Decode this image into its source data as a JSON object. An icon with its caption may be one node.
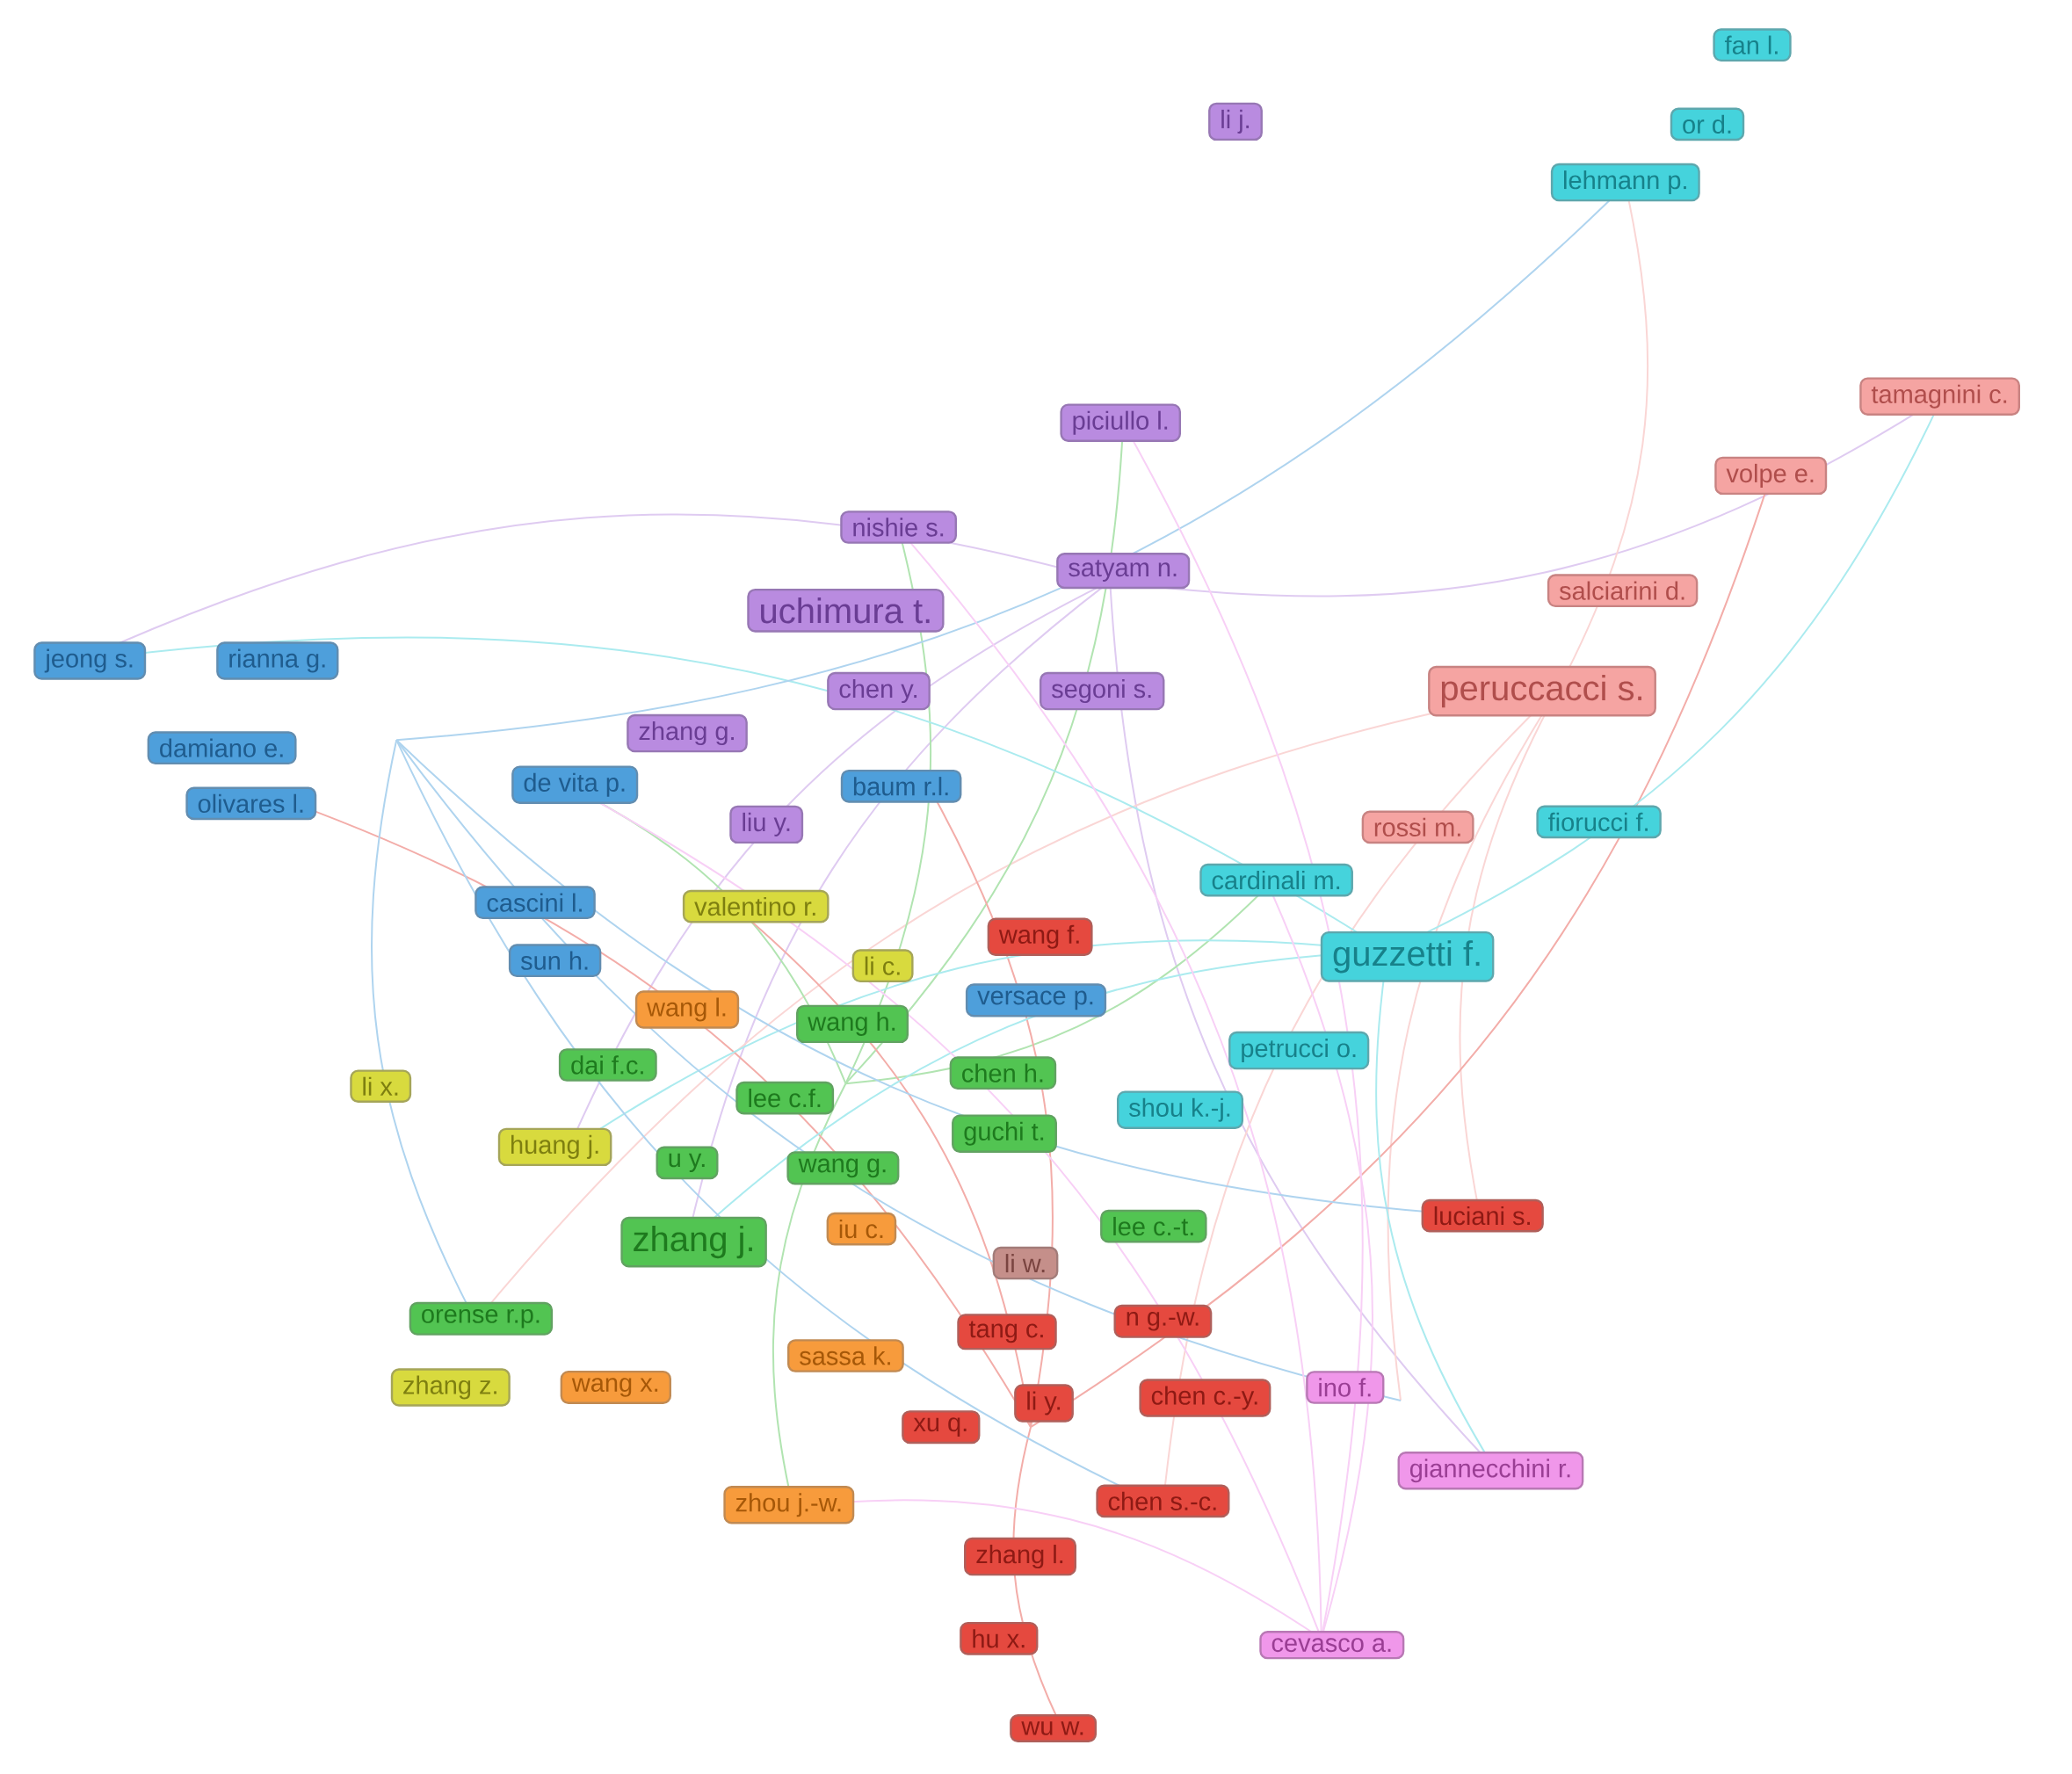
{
  "diagram": {
    "nodes": [
      {
        "text": [
          "fan l."
        ]
      },
      {
        "text": [
          "li j."
        ]
      },
      {
        "text": [
          "or d."
        ]
      },
      {
        "text": [
          "lehmann p."
        ]
      },
      {
        "text": [
          "tamagnini c."
        ]
      },
      {
        "text": [
          "piciullo l."
        ]
      },
      {
        "text": [
          "volpe e."
        ]
      },
      {
        "text": [
          "nishie s."
        ]
      },
      {
        "text": [
          "satyam n."
        ]
      },
      {
        "text": [
          "salciarini d."
        ]
      },
      {
        "text": [
          "uchimura t."
        ]
      },
      {
        "text": [
          "jeong s."
        ]
      },
      {
        "text": [
          "rianna g."
        ]
      },
      {
        "text": [
          "chen y."
        ]
      },
      {
        "text": [
          "segoni s."
        ]
      },
      {
        "text": [
          "peruccacci s."
        ]
      },
      {
        "text": [
          "zhang g."
        ]
      },
      {
        "text": [
          "damiano e."
        ]
      },
      {
        "text": [
          "de vita p."
        ]
      },
      {
        "text": [
          "baum r.l."
        ]
      },
      {
        "text": [
          "olivares l."
        ]
      },
      {
        "text": [
          "liu y."
        ]
      },
      {
        "text": [
          "rossi m."
        ]
      },
      {
        "text": [
          "fiorucci f."
        ]
      },
      {
        "text": [
          "cardinali m."
        ]
      },
      {
        "text": [
          "cascini l."
        ]
      },
      {
        "text": [
          "valentino r."
        ]
      },
      {
        "text": [
          "wang f."
        ]
      },
      {
        "text": [
          "guzzetti f."
        ]
      },
      {
        "text": [
          "sun h."
        ]
      },
      {
        "text": [
          "li c."
        ]
      },
      {
        "text": [
          "versace p."
        ]
      },
      {
        "text": [
          "wang l."
        ]
      },
      {
        "text": [
          "wang h."
        ]
      },
      {
        "text": [
          "petrucci o."
        ]
      },
      {
        "text": [
          "dai f.c."
        ]
      },
      {
        "text": [
          "chen h."
        ]
      },
      {
        "text": [
          "li x."
        ]
      },
      {
        "text": [
          "lee c.f."
        ]
      },
      {
        "text": [
          "shou k.-j."
        ]
      },
      {
        "text": [
          "huang j."
        ]
      },
      {
        "text": [
          "u y."
        ]
      },
      {
        "text": [
          "wang g."
        ]
      },
      {
        "text": [
          "guchi t."
        ]
      },
      {
        "text": [
          "lee c.-t."
        ]
      },
      {
        "text": [
          "luciani s."
        ]
      },
      {
        "text": [
          "zhang j."
        ]
      },
      {
        "text": [
          "iu c."
        ]
      },
      {
        "text": [
          "li w."
        ]
      },
      {
        "text": [
          "orense r.p."
        ]
      },
      {
        "text": [
          "n g.-w."
        ]
      },
      {
        "text": [
          "tang c."
        ]
      },
      {
        "text": [
          "sassa k."
        ]
      },
      {
        "text": [
          "zhang z."
        ]
      },
      {
        "text": [
          "wang x."
        ]
      },
      {
        "text": [
          "ino f."
        ]
      },
      {
        "text": [
          "li y."
        ]
      },
      {
        "text": [
          "chen c.-y."
        ]
      },
      {
        "text": [
          "xu q."
        ]
      },
      {
        "text": [
          "giannecchini r."
        ]
      },
      {
        "text": [
          "zhou j.-w."
        ]
      },
      {
        "text": [
          "chen s.-c."
        ]
      },
      {
        "text": [
          "zhang l."
        ]
      },
      {
        "text": [
          "hu x."
        ]
      },
      {
        "text": [
          "cevasco a."
        ]
      },
      {
        "text": [
          "wu w."
        ]
      }
    ]
  }
}
